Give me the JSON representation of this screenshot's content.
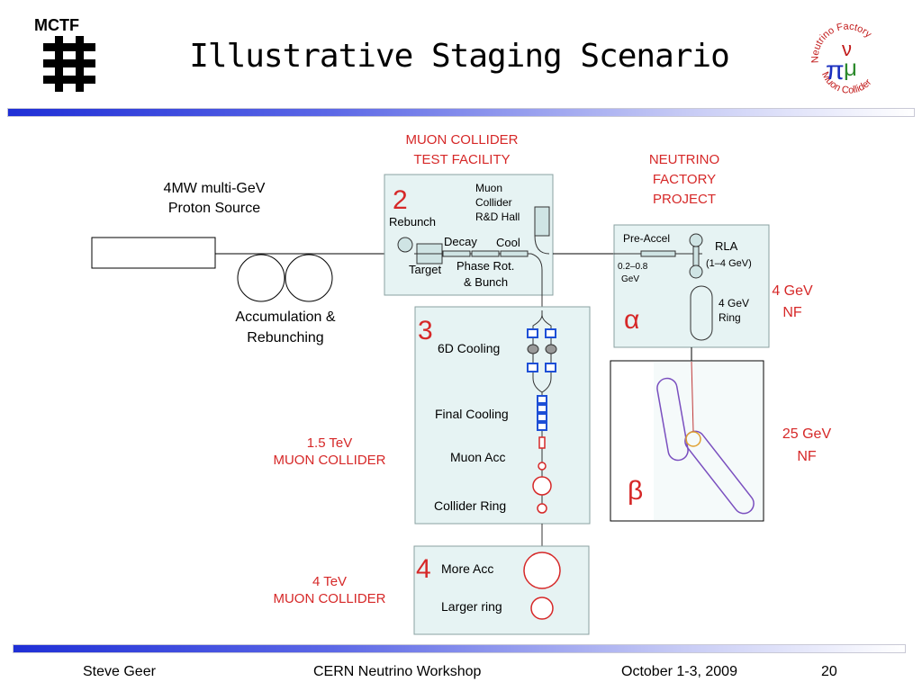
{
  "header": {
    "org_label": "MCTF",
    "title": "Illustrative Staging Scenario",
    "logo_text_top": "Neutrino Factory",
    "logo_text_bottom": "Muon Collider",
    "logo_pi": "π",
    "logo_mu": "μ",
    "logo_nu": "ν"
  },
  "diagram": {
    "proton_source": [
      "4MW multi-GeV",
      "Proton Source"
    ],
    "accumulation": [
      "Accumulation &",
      "Rebunching"
    ],
    "test_facility_title": [
      "MUON COLLIDER",
      "TEST FACILITY"
    ],
    "stage2": {
      "number": "2",
      "rebunch": "Rebunch",
      "hall": [
        "Muon",
        "Collider",
        "R&D Hall"
      ],
      "decay": "Decay",
      "cool": "Cool",
      "target": "Target",
      "phase_rot": [
        "Phase Rot.",
        "& Bunch"
      ]
    },
    "nf_title": [
      "NEUTRINO",
      "FACTORY",
      "PROJECT"
    ],
    "nf_box": {
      "pre_accel": "Pre-Accel",
      "energy_range": [
        "0.2–0.8",
        "GeV"
      ],
      "rla": [
        "RLA",
        "(1–4 GeV)"
      ],
      "ring": [
        "4 GeV",
        "Ring"
      ]
    },
    "alpha": "α",
    "beta": "β",
    "nf4": [
      "4 GeV",
      "NF"
    ],
    "nf25": [
      "25 GeV",
      "NF"
    ],
    "stage3": {
      "number": "3",
      "six_d": "6D Cooling",
      "final": "Final Cooling",
      "muon_acc": "Muon Acc",
      "collider_ring": "Collider Ring"
    },
    "mc15": [
      "1.5 TeV",
      "MUON COLLIDER"
    ],
    "stage4": {
      "number": "4",
      "more_acc": "More Acc",
      "larger_ring": "Larger ring"
    },
    "mc4": [
      "4 TeV",
      "MUON COLLIDER"
    ]
  },
  "footer": {
    "author": "Steve Geer",
    "event": "CERN Neutrino Workshop",
    "date": "October 1-3, 2009",
    "page": "20"
  },
  "colors": {
    "red": "#d62828",
    "box_fill": "#e6f3f3",
    "box_stroke": "#8aa0a0",
    "blue_magnet": "#1e4fd6",
    "title_blue": "#1f2fd6"
  }
}
